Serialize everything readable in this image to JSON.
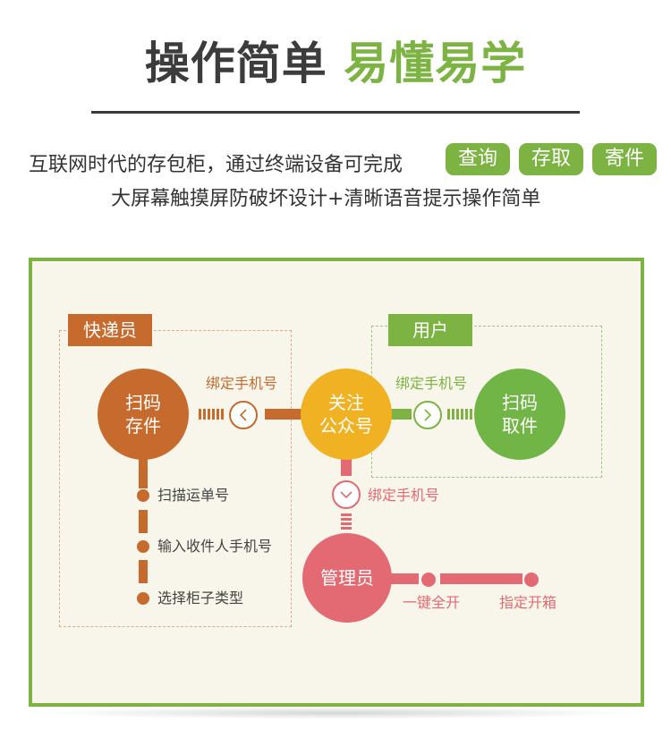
{
  "header": {
    "title_dark": "操作简单",
    "title_green": "易懂易学",
    "desc_line1": "互联网时代的存包柜，通过终端设备可完成",
    "pills": [
      "查询",
      "存取",
      "寄件"
    ],
    "desc_line2": "大屏幕触摸屏防破坏设计+清晰语音提示操作简单"
  },
  "colors": {
    "green": "#7cb342",
    "brown": "#c66a2d",
    "yellow": "#f0b223",
    "pink": "#e36a72"
  },
  "diagram": {
    "courier_tag": "快递员",
    "user_tag": "用户",
    "scan_store": [
      "扫码",
      "存件"
    ],
    "follow_account": [
      "关注",
      "公众号"
    ],
    "scan_pickup": [
      "扫码",
      "取件"
    ],
    "admin": "管理员",
    "bind_phone_courier": "绑定手机号",
    "bind_phone_user": "绑定手机号",
    "bind_phone_admin": "绑定手机号",
    "courier_steps": [
      "扫描运单号",
      "输入收件人手机号",
      "选择柜子类型"
    ],
    "admin_actions": [
      "一键全开",
      "指定开箱"
    ]
  }
}
